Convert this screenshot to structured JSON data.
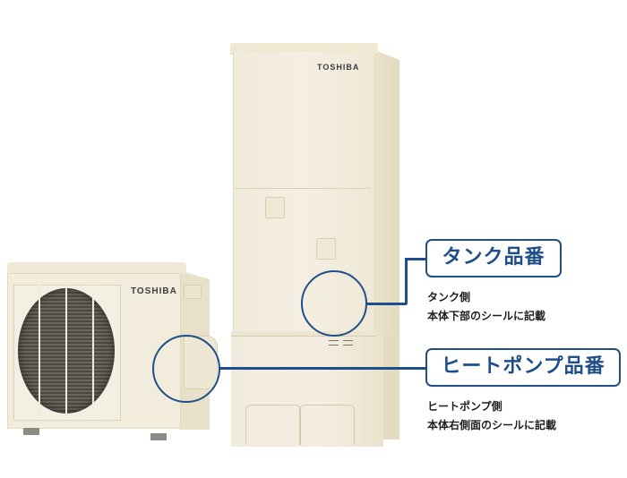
{
  "image": {
    "description": "Toshiba Eco Cute water heater (tank unit and heat pump unit) with model number label location callouts",
    "brand_label_tank": "TOSHIBA",
    "brand_label_heat_pump": "TOSHIBA"
  },
  "callouts": [
    {
      "title": "タンク品番",
      "lines": [
        "タンク側",
        "本体下部のシールに記載"
      ]
    },
    {
      "title": "ヒートポンプ品番",
      "lines": [
        "ヒートポンプ側",
        "本体右側面のシールに記載"
      ]
    }
  ],
  "colors": {
    "accent": "#1e4f8a",
    "unit_body": "#f2ecdd",
    "text": "#1f1f1f"
  }
}
